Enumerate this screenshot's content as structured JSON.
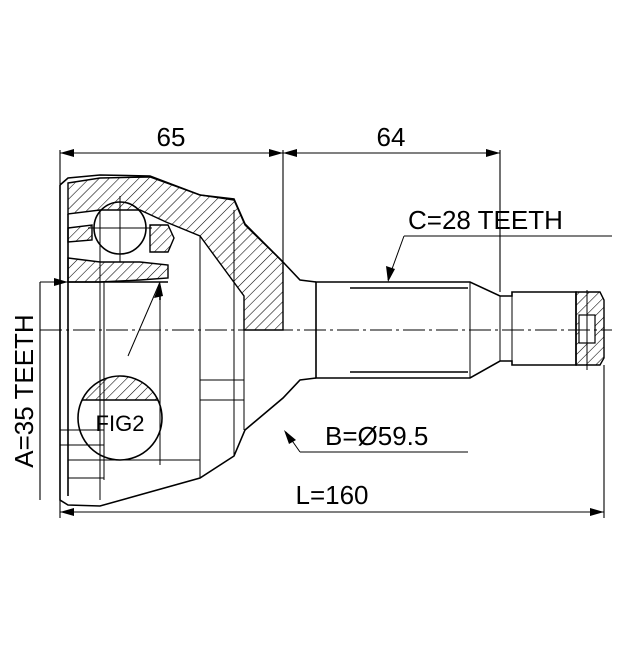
{
  "dimensions": {
    "outer_length": "65",
    "shaft_length": "64",
    "total_length": "L=160"
  },
  "specs": {
    "inner_teeth": "C=28 TEETH",
    "outer_diameter": "B=Ø59.5",
    "outer_teeth": "A=35 TEETH"
  },
  "callouts": {
    "detail_label": "FIG2"
  },
  "colors": {
    "line": "#000000",
    "background": "#ffffff"
  }
}
